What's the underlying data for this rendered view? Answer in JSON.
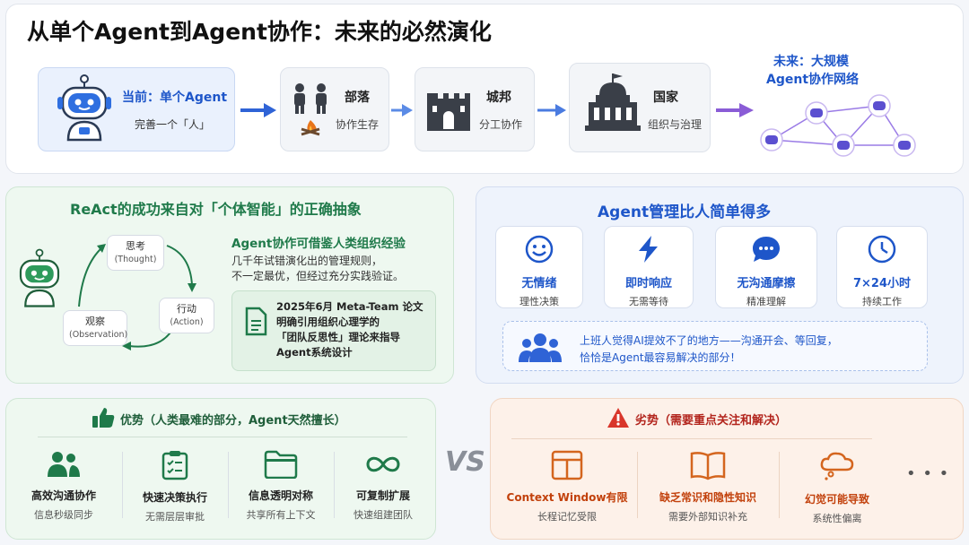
{
  "title": "从单个Agent到Agent协作：未来的必然演化",
  "evolution": {
    "current": {
      "title": "当前：单个Agent",
      "subtitle": "完善一个「人」",
      "icon": "robot-icon"
    },
    "stages": [
      {
        "title": "部落",
        "subtitle": "协作生存",
        "icon": "people-campfire-icon"
      },
      {
        "title": "城邦",
        "subtitle": "分工协作",
        "icon": "castle-icon"
      },
      {
        "title": "国家",
        "subtitle": "组织与治理",
        "icon": "government-building-icon"
      }
    ],
    "future": {
      "line1": "未来：大规模",
      "line2": "Agent协作网络",
      "icon": "agent-network-icon"
    }
  },
  "react": {
    "title": "ReAct的成功来自对「个体智能」的正确抽象",
    "cycle": [
      {
        "label": "思考",
        "sub": "(Thought)"
      },
      {
        "label": "行动",
        "sub": "(Action)"
      },
      {
        "label": "观察",
        "sub": "(Observation)"
      }
    ],
    "heading": "Agent协作可借鉴人类组织经验",
    "lines": [
      "几千年试错演化出的管理规则，",
      "不一定最优，但经过充分实践验证。"
    ],
    "note": [
      "2025年6月 Meta-Team 论文",
      "明确引用组织心理学的",
      "「团队反思性」理论来指导",
      "Agent系统设计"
    ]
  },
  "manage": {
    "title": "Agent管理比人简单得多",
    "cards": [
      {
        "title": "无情绪",
        "subtitle": "理性决策",
        "icon": "smile-icon"
      },
      {
        "title": "即时响应",
        "subtitle": "无需等待",
        "icon": "lightning-icon"
      },
      {
        "title": "无沟通摩擦",
        "subtitle": "精准理解",
        "icon": "chat-icon"
      },
      {
        "title": "7×24小时",
        "subtitle": "持续工作",
        "icon": "clock-icon"
      }
    ],
    "note": [
      "上班人觉得AI提效不了的地方——沟通开会、等回复，",
      "恰恰是Agent最容易解决的部分！"
    ]
  },
  "advantages": {
    "title": "优势（人类最难的部分，Agent天然擅长）",
    "items": [
      {
        "title": "高效沟通协作",
        "subtitle": "信息秒级同步",
        "icon": "team-icon"
      },
      {
        "title": "快速决策执行",
        "subtitle": "无需层层审批",
        "icon": "checklist-icon"
      },
      {
        "title": "信息透明对称",
        "subtitle": "共享所有上下文",
        "icon": "folder-icon"
      },
      {
        "title": "可复制扩展",
        "subtitle": "快速组建团队",
        "icon": "infinity-icon"
      }
    ]
  },
  "vs": "VS",
  "disadvantages": {
    "title": "劣势（需要重点关注和解决）",
    "items": [
      {
        "title": "Context Window有限",
        "subtitle": "长程记忆受限",
        "icon": "window-icon"
      },
      {
        "title": "缺乏常识和隐性知识",
        "subtitle": "需要外部知识补充",
        "icon": "book-icon"
      },
      {
        "title": "幻觉可能导致",
        "subtitle": "系统性偏离",
        "icon": "thought-bubble-icon"
      }
    ],
    "more": "• • •"
  },
  "colors": {
    "blue": "#1e56c9",
    "green": "#1f7a4a",
    "orange": "#c2410c",
    "red": "#d9362b"
  }
}
